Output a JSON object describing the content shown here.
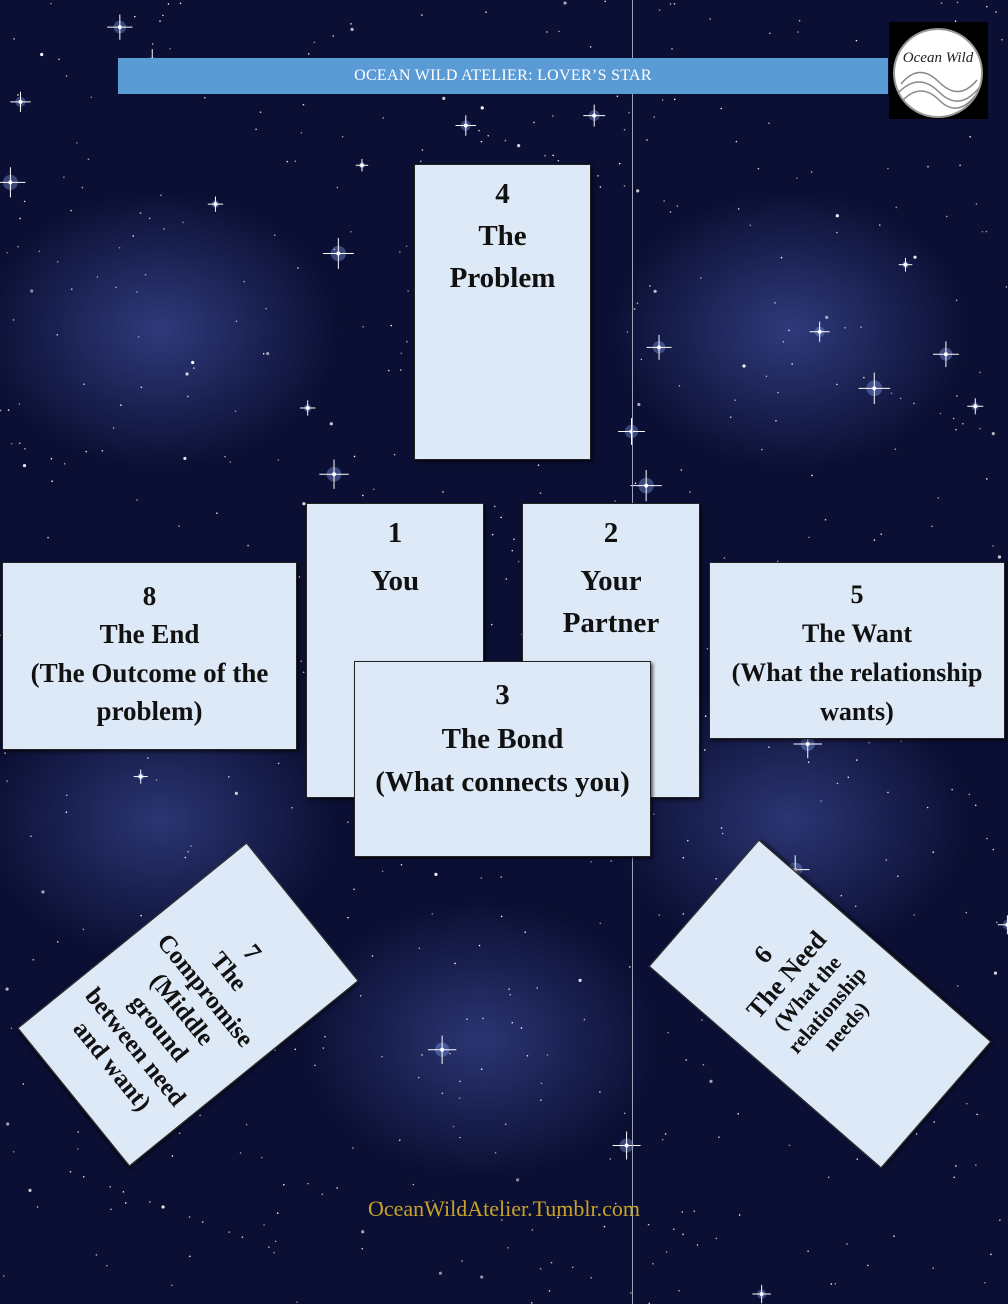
{
  "header": {
    "title": "OCEAN WILD ATELIER: LOVER’S STAR",
    "logo_text": "Ocean Wild"
  },
  "cards": {
    "c4": {
      "number": "4",
      "label": "The Problem"
    },
    "c1": {
      "number": "1",
      "label": "You"
    },
    "c2": {
      "number": "2",
      "label": "Your Partner"
    },
    "c3": {
      "number": "3",
      "label": "The Bond",
      "note": "(What connects you)"
    },
    "c8": {
      "number": "8",
      "label": "The End",
      "note": "(The Outcome of the problem)"
    },
    "c5": {
      "number": "5",
      "label": "The Want",
      "note": "(What the relationship wants)"
    },
    "c7": {
      "number": "7",
      "label": "The Compromise",
      "note": "(Middle ground between need and want)"
    },
    "c6": {
      "number": "6",
      "label": "The Need",
      "note": "(What the relationship needs)"
    }
  },
  "footer": {
    "url": "OceanWildAtelier.Tumblr.com"
  },
  "colors": {
    "title_bar": "#5b9bd5",
    "card": "#dde9f6",
    "footer": "#c9a227"
  }
}
